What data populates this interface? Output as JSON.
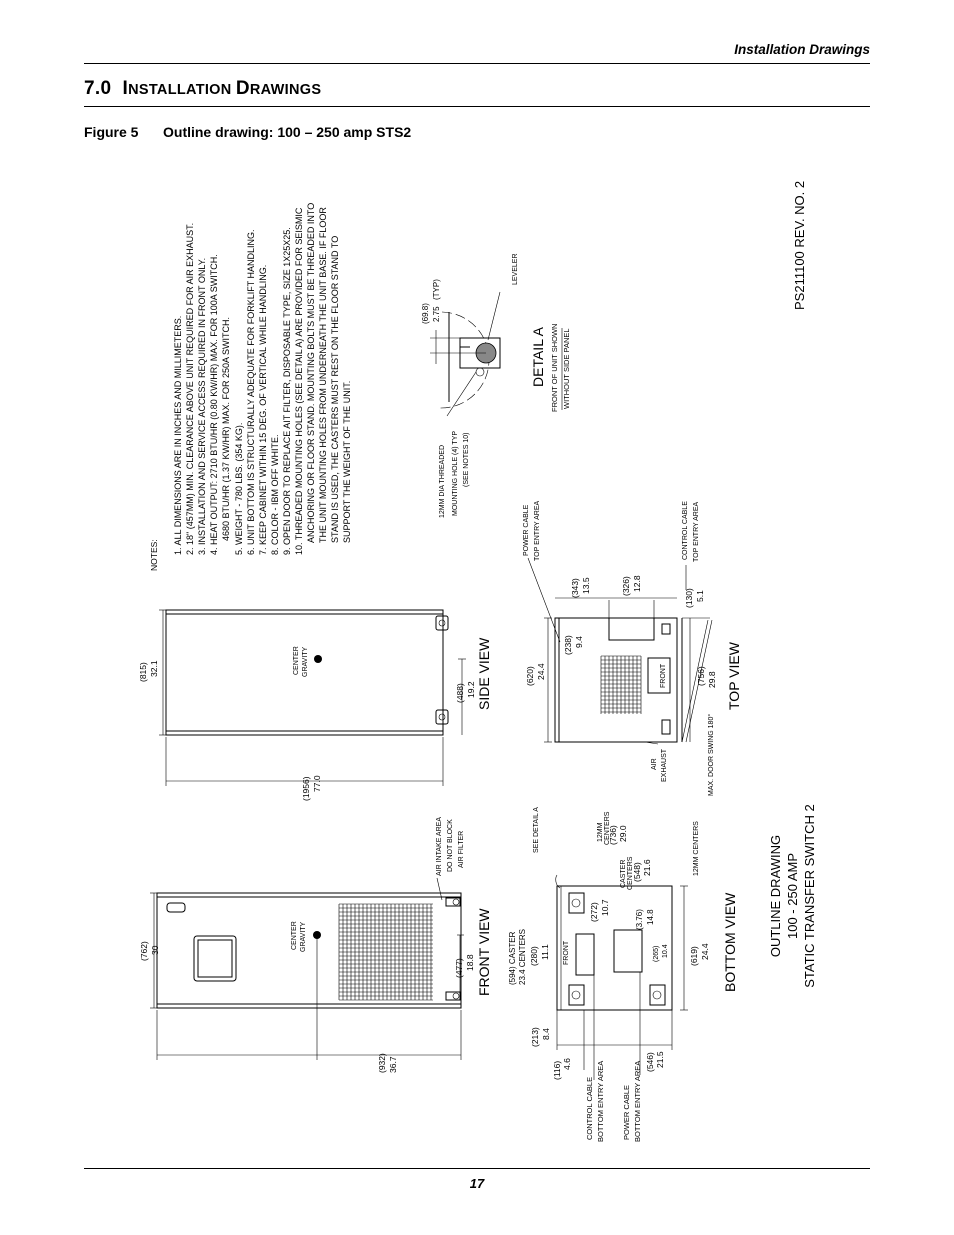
{
  "header": {
    "running_title": "Installation Drawings"
  },
  "section": {
    "number": "7.0",
    "title_first": "I",
    "title_rest1": "NSTALLATION ",
    "title_first2": "D",
    "title_rest2": "RAWINGS"
  },
  "figure": {
    "number": "Figure 5",
    "caption": "Outline drawing: 100 – 250 amp STS2"
  },
  "notes": {
    "heading": "NOTES:",
    "lines": [
      "1. ALL DIMENSIONS ARE IN INCHES AND MILLIMETERS.",
      "2. 18\" (457MM) MIN. CLEARANCE ABOVE UNIT REQUIRED FOR AIR EXHAUST.",
      "3. INSTALLATION AND SERVICE ACCESS REQUIRED IN FRONT ONLY.",
      "4. HEAT OUTPUT: 2710 BTU/HR (0.80 KW/HR) MAX. FOR 100A SWITCH.",
      "4680 BTU/HR (1.37 KW/HR) MAX. FOR 250A SWITCH.",
      "5. WEIGHT - 780 LBS. (354 KG).",
      "6. UNIT BOTTOM IS STRUCTURALLY ADEQUATE FOR FORKLIFT HANDLING.",
      "7. KEEP CABINET WITHIN 15 DEG. OF VERTICAL WHILE HANDLING.",
      "8. COLOR - IBM OFF WHITE.",
      "9. OPEN DOOR TO REPLACE AIT FILTER, DISPOSABLE TYPE, SIZE 1X25X25.",
      "10. THREADED MOUNTING HOLES (SEE DETAIL A) ARE PROVIDED FOR SEISMIC",
      "ANCHORING OR FLOOR STAND. MOUNTING BOLTS MUST BE THREADED INTO",
      "THE UNIT MOUNTING HOLES FROM UNDERNEATH THE UNIT BASE. IF FLOOR",
      "STAND IS USED, THE CASTERS MUST REST ON THE FLOOR STAND TO",
      "SUPPORT THE WEIGHT OF THE UNIT."
    ]
  },
  "views": {
    "front": "FRONT VIEW",
    "side": "SIDE VIEW",
    "top": "TOP VIEW",
    "bottom": "BOTTOM VIEW",
    "detail": "DETAIL A",
    "detail_sub1": "FRONT OF UNIT SHOWN",
    "detail_sub2": "WITHOUT SIDE PANEL"
  },
  "labels": {
    "center": "CENTER",
    "gravity": "GRAVITY",
    "air_intake": [
      "AIR INTAKE AREA",
      "DO NOT BLOCK",
      "AIR FILTER"
    ],
    "see_detail": "SEE DETAIL A",
    "mm_centers": "12MM CENTERS",
    "mm12": "12MM",
    "centers": "CENTERS",
    "caster": "CASTER",
    "caster_centers_594": "(594) CASTER",
    "caster_centers_234": "23.4 CENTERS",
    "front": "FRONT",
    "power_cable_top": [
      "POWER CABLE",
      "TOP ENTRY AREA"
    ],
    "control_cable_top": [
      "CONTROL CABLE",
      "TOP ENTRY AREA"
    ],
    "control_cable_bottom": [
      "CONTROL CABLE",
      "BOTTOM ENTRY AREA"
    ],
    "power_cable_bottom": [
      "POWER CABLE",
      "BOTTOM ENTRY AREA"
    ],
    "air_exhaust": [
      "AIR",
      "EXHAUST"
    ],
    "door_swing": "MAX. DOOR SWING 180°",
    "mounting_hole": [
      "12MM DIA THREADED",
      "MOUNTING HOLE (4) TYP",
      "(SEE NOTES 10)"
    ],
    "leveler": "LEVELER",
    "typ": "(TYP)"
  },
  "dims": {
    "d762": "(762)",
    "d30": "30",
    "d932": "(932)",
    "d367": "36.7",
    "d477": "(477)",
    "d188": "18.8",
    "d1956": "(1956)",
    "d770": "77.0",
    "d815": "(815)",
    "d321": "32.1",
    "d488": "(488)",
    "d192": "19.2",
    "d620": "(620)",
    "d244": "24.4",
    "d238": "(238)",
    "d94": "9.4",
    "d343": "(343)",
    "d135": "13.5",
    "d326": "(326)",
    "d128": "12.8",
    "d130": "(130)",
    "d51": "5.1",
    "d756": "(756)",
    "d298": "29.8",
    "d698": "(69.8)",
    "d275": "2.75",
    "d116": "(116)",
    "d46": "4.6",
    "d213": "(213)",
    "d84": "8.4",
    "d280": "(280)",
    "d111": "11.1",
    "d272": "(272)",
    "d107": "10.7",
    "d736": "(736)",
    "d290": "29.0",
    "d548": "(548)",
    "d216": "21.6",
    "d376": "(3.76)",
    "d148": "14.8",
    "d265": "(265)",
    "d104": "10.4",
    "d546": "(546)",
    "d215": "21.5",
    "d619": "(619)",
    "d244b": "24.4"
  },
  "title_block": {
    "line1": "OUTLINE DRAWING",
    "line2": "100 - 250 AMP",
    "line3": "STATIC TRANSFER SWITCH 2"
  },
  "revision": "PS211100 REV. NO. 2",
  "page_number": "17"
}
